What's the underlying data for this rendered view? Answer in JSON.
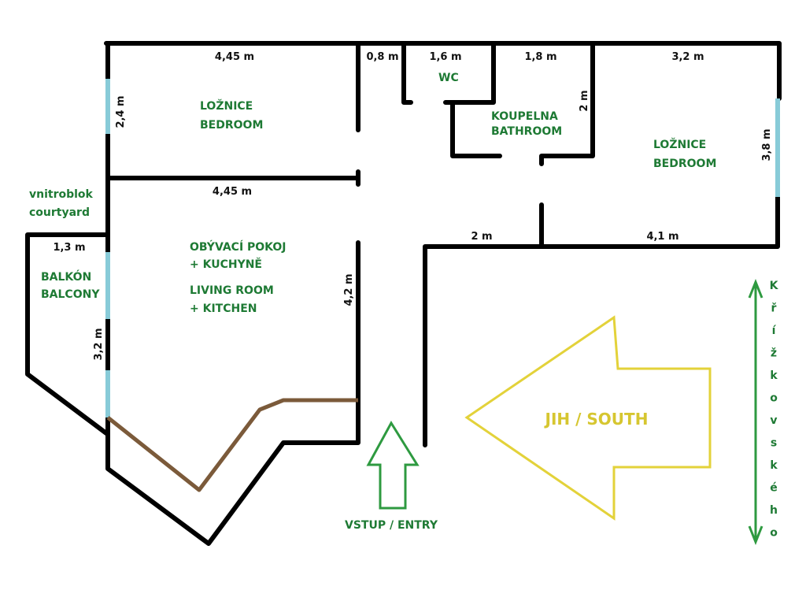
{
  "colors": {
    "wall": "#000000",
    "window": "#88cbd8",
    "label": "#1e7a34",
    "counter": "#7b5a3a",
    "entry_arrow": "#2e9a40",
    "south_arrow": "#e3d23a",
    "south_text": "#d6c630"
  },
  "dimensions": {
    "bedroom1_width": "4,45 m",
    "bedroom1_height": "2,4 m",
    "living_width": "4,45 m",
    "living_height": "4,2 m",
    "hall_width": "0,8 m",
    "wc_width": "1,6 m",
    "bath_width": "1,8 m",
    "bath_height": "2 m",
    "bedroom2_width": "3,2 m",
    "bedroom2_height": "3,8 m",
    "hall_bottom": "2 m",
    "bedroom2_bottom": "4,1 m",
    "balcony_width": "1,3 m",
    "balcony_height": "3,2 m"
  },
  "rooms": {
    "bedroom1": [
      "LOŽNICE",
      "BEDROOM"
    ],
    "wc": "WC",
    "bathroom": [
      "KOUPELNA",
      "BATHROOM"
    ],
    "bedroom2": [
      "LOŽNICE",
      "BEDROOM"
    ],
    "courtyard": [
      "vnitroblok",
      "courtyard"
    ],
    "balcony": [
      "BALKÓN",
      "BALCONY"
    ],
    "living": [
      "OBÝVACÍ POKOJ",
      "+ KUCHYNĚ",
      "LIVING ROOM",
      "+ KITCHEN"
    ]
  },
  "entry_label": "VSTUP / ENTRY",
  "south_label": "JIH / SOUTH",
  "street": [
    "K",
    "ř",
    "í",
    "ž",
    "k",
    "o",
    "v",
    "s",
    "k",
    "é",
    "h",
    "o"
  ]
}
